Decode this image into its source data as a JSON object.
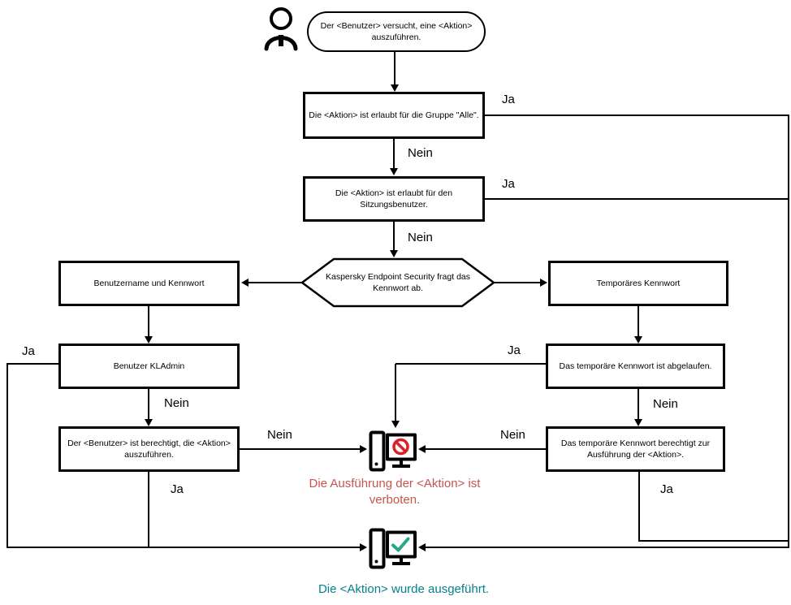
{
  "nodes": {
    "start": "Der <Benutzer> versucht, eine <Aktion> auszuführen.",
    "allowed_group_all": "Die <Aktion> ist erlaubt für die Gruppe \"Alle\".",
    "allowed_session_user": "Die <Aktion> ist erlaubt für den Sitzungsbenutzer.",
    "password_prompt": "Kaspersky Endpoint Security fragt das Kennwort ab.",
    "username_password": "Benutzername und Kennwort",
    "temporary_password": "Temporäres Kennwort",
    "kladmin_user": "Benutzer KLAdmin",
    "user_authorized": "Der <Benutzer> ist berechtigt, die <Aktion> auszuführen.",
    "temp_password_expired": "Das temporäre Kennwort ist abgelaufen.",
    "temp_password_authorizes": "Das temporäre Kennwort berechtigt zur Ausführung der <Aktion>.",
    "action_forbidden": "Die Ausführung der <Aktion> ist verboten.",
    "action_executed": "Die <Aktion> wurde ausgeführt."
  },
  "edge_labels": {
    "group_all_yes": "Ja",
    "group_all_no": "Nein",
    "session_yes": "Ja",
    "session_no": "Nein",
    "kladmin_yes": "Ja",
    "kladmin_no": "Nein",
    "user_auth_yes": "Ja",
    "user_auth_no": "Nein",
    "temp_expired_yes": "Ja",
    "temp_expired_no": "Nein",
    "temp_auth_yes": "Ja",
    "temp_auth_no": "Nein"
  },
  "icons": {
    "user": "person-silhouette",
    "forbidden_computer": "computer-with-prohibition-sign",
    "success_computer": "computer-with-checkmark"
  },
  "colors": {
    "line": "#000000",
    "forbidden_text": "#c7554f",
    "forbidden_icon": "#db2128",
    "success_text": "#067f8c",
    "success_icon": "#29a58c"
  }
}
